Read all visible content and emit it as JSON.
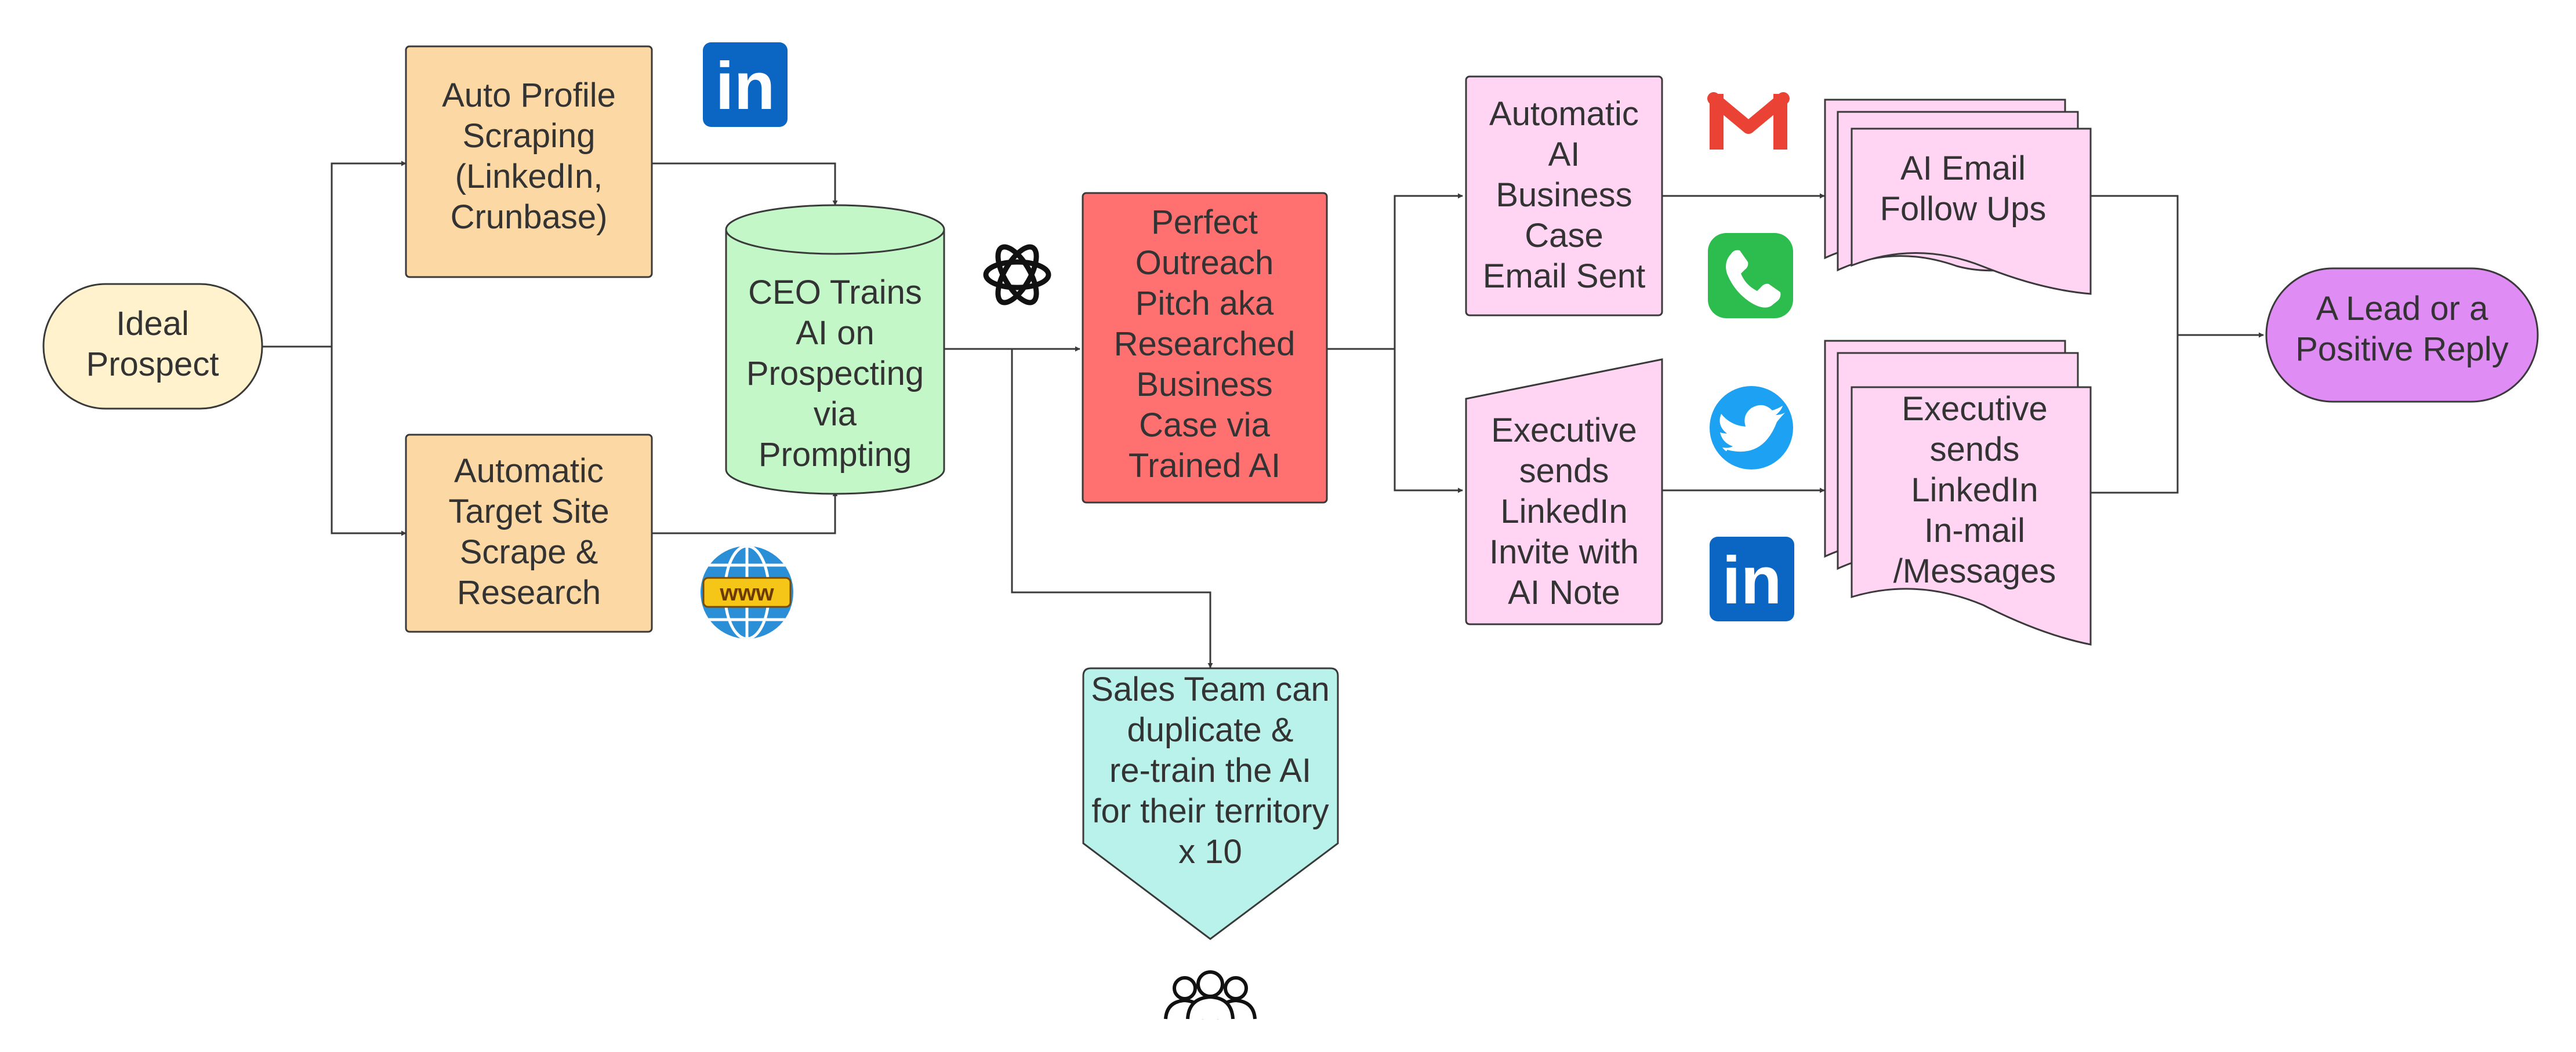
{
  "colors": {
    "prospect": "#fff2cc",
    "scrape": "#fcd8a4",
    "ceo": "#c3f7c8",
    "pitch": "#ff7070",
    "team": "#b8f2eb",
    "pink": "#ffd5f3",
    "lead": "#e08cf5",
    "line": "#3a3a3a",
    "linkedin": "#0a66c2",
    "gmail_red": "#ea4335",
    "phone_green": "#2dbd4f",
    "twitter_blue": "#1da1f2",
    "globe_blue": "#2a8fd6",
    "www_yellow": "#f5c518"
  },
  "nodes": {
    "ideal_prospect": [
      "Ideal",
      "Prospect"
    ],
    "auto_profile": [
      "Auto Profile",
      "Scraping",
      "(LinkedIn,",
      "Crunbase)"
    ],
    "target_site": [
      "Automatic",
      "Target Site",
      "Scrape &",
      "Research"
    ],
    "ceo_trains": [
      "CEO Trains",
      "AI on",
      "Prospecting",
      "via",
      "Prompting"
    ],
    "perfect_pitch": [
      "Perfect",
      "Outreach",
      "Pitch aka",
      "Researched",
      "Business",
      "Case via",
      "Trained AI"
    ],
    "sales_team": [
      "Sales Team can",
      "duplicate &",
      "re-train the AI",
      "for their territory",
      "x 10"
    ],
    "email_sent": [
      "Automatic",
      "AI",
      "Business",
      "Case",
      "Email Sent"
    ],
    "linkedin_invite": [
      "Executive",
      "sends",
      "LinkedIn",
      "Invite with",
      "AI Note"
    ],
    "email_followups": [
      "AI Email",
      "Follow Ups"
    ],
    "inmail": [
      "Executive",
      "sends",
      "LinkedIn",
      "In-mail",
      "/Messages"
    ],
    "lead": [
      "A Lead or a",
      "Positive Reply"
    ]
  },
  "icons": {
    "linkedin_top": "linkedin-icon",
    "www_globe": "www-globe-icon",
    "openai": "openai-icon",
    "gmail": "gmail-icon",
    "phone": "phone-icon",
    "twitter": "twitter-icon",
    "linkedin_right": "linkedin-icon",
    "people": "people-icon",
    "linkedin_text": "in",
    "www_text": "www"
  }
}
